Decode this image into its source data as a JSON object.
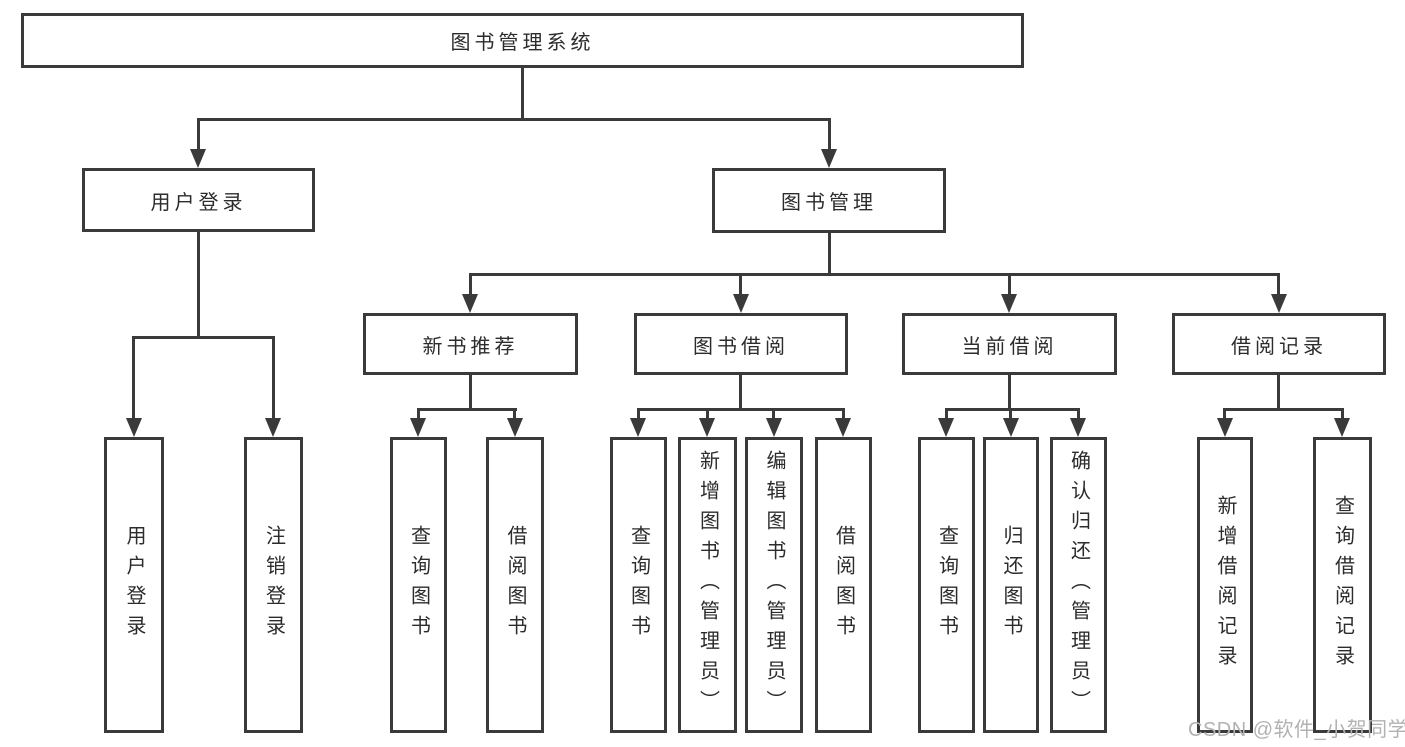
{
  "colors": {
    "line": "#3a3a3a",
    "text": "#2c2c2c",
    "watermark": "#b2b2b2",
    "background": "#ffffff"
  },
  "watermark": {
    "text": "CSDN @软件_小贺同学"
  },
  "diagram": {
    "root": {
      "label": "图书管理系统"
    },
    "level2": [
      {
        "label": "用户登录"
      },
      {
        "label": "图书管理"
      }
    ],
    "level3": [
      {
        "label": "新书推荐",
        "parent": "图书管理"
      },
      {
        "label": "图书借阅",
        "parent": "图书管理"
      },
      {
        "label": "当前借阅",
        "parent": "图书管理"
      },
      {
        "label": "借阅记录",
        "parent": "图书管理"
      }
    ],
    "leaves": [
      {
        "label": "用户登录",
        "parent": "用户登录"
      },
      {
        "label": "注销登录",
        "parent": "用户登录"
      },
      {
        "label": "查询图书",
        "parent": "新书推荐"
      },
      {
        "label": "借阅图书",
        "parent": "新书推荐"
      },
      {
        "label": "查询图书",
        "parent": "图书借阅"
      },
      {
        "label": "新增图书（管理员）",
        "parent": "图书借阅"
      },
      {
        "label": "编辑图书（管理员）",
        "parent": "图书借阅"
      },
      {
        "label": "借阅图书",
        "parent": "图书借阅"
      },
      {
        "label": "查询图书",
        "parent": "当前借阅"
      },
      {
        "label": "归还图书",
        "parent": "当前借阅"
      },
      {
        "label": "确认归还（管理员）",
        "parent": "当前借阅"
      },
      {
        "label": "新增借阅记录",
        "parent": "借阅记录"
      },
      {
        "label": "查询借阅记录",
        "parent": "借阅记录"
      }
    ]
  }
}
